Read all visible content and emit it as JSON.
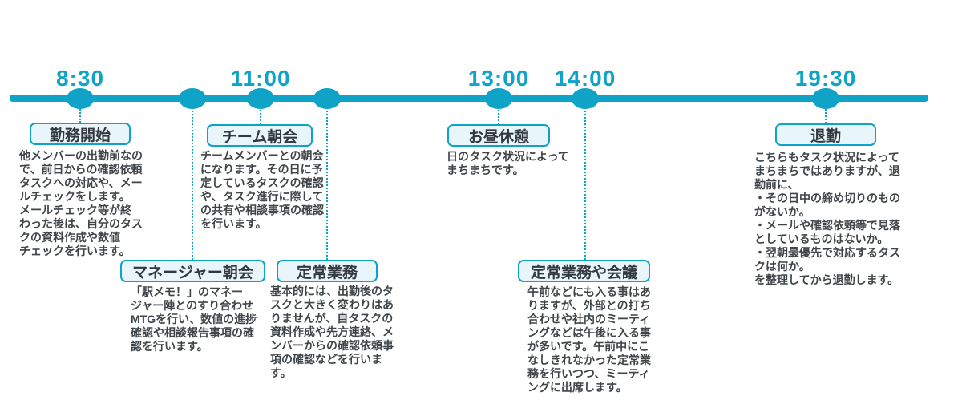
{
  "colors": {
    "accent": "#0fa3c8",
    "box_fill": "#e8f6fb",
    "title_text": "#32383e",
    "body_text": "#3f4449"
  },
  "timeline": {
    "times": [
      {
        "label": "8:30"
      },
      {
        "label": "11:00"
      },
      {
        "label": "13:00"
      },
      {
        "label": "14:00"
      },
      {
        "label": "19:30"
      }
    ]
  },
  "events": [
    {
      "id": "work-start",
      "time_label": "8:30",
      "title": "勤務開始",
      "description": "他メンバーの出勤前なの\nで、前日からの確認依頼\nタスクへの対応や、メー\nルチェックをします。\nメールチェック等が終\nわった後は、自分のタス\nクの資料作成や数値\nチェックを行います。"
    },
    {
      "id": "team-morning-meeting",
      "time_label": "11:00",
      "title": "チーム朝会",
      "description": "チームメンバーとの朝会\nになります。その日に予\n定しているタスクの確認\nや、タスク進行に際して\nの共有や相談事項の確認\nを行います。"
    },
    {
      "id": "manager-morning-meeting",
      "time_label": "",
      "title": "マネージャー朝会",
      "description": "「駅メモ！」のマネー\nジャー陣とのすり合わせ\nMTGを行い、数値の進捗\n確認や相談報告事項の確\n認を行います。"
    },
    {
      "id": "routine-tasks",
      "time_label": "",
      "title": "定常業務",
      "description": "基本的には、出勤後のタ\nスクと大きく変わりはあ\nりませんが、自タスクの\n資料作成や先方連絡、メ\nンバーからの確認依頼事\n項の確認などを行いま\nす。"
    },
    {
      "id": "lunch-break",
      "time_label": "13:00",
      "title": "お昼休憩",
      "description": "日のタスク状況によって\nまちまちです。"
    },
    {
      "id": "routine-tasks-and-meetings",
      "time_label": "14:00",
      "title": "定常業務や会議",
      "description": "午前などにも入る事はあ\nりますが、外部との打ち\n合わせや社内のミーティ\nングなどは午後に入る事\nが多いです。午前中にこ\nなしきれなかった定常業\n務を行いつつ、ミーティ\nングに出席します。"
    },
    {
      "id": "leave-work",
      "time_label": "19:30",
      "title": "退勤",
      "description": "こちらもタスク状況によって\nまちまちではありますが、退\n勤前に、\n・その日中の締め切りのもの\nがないか。\n・メールや確認依頼等で見落\nとしているものはないか。\n・翌朝最優先で対応するタス\nクは何か。\nを整理してから退勤します。"
    }
  ]
}
